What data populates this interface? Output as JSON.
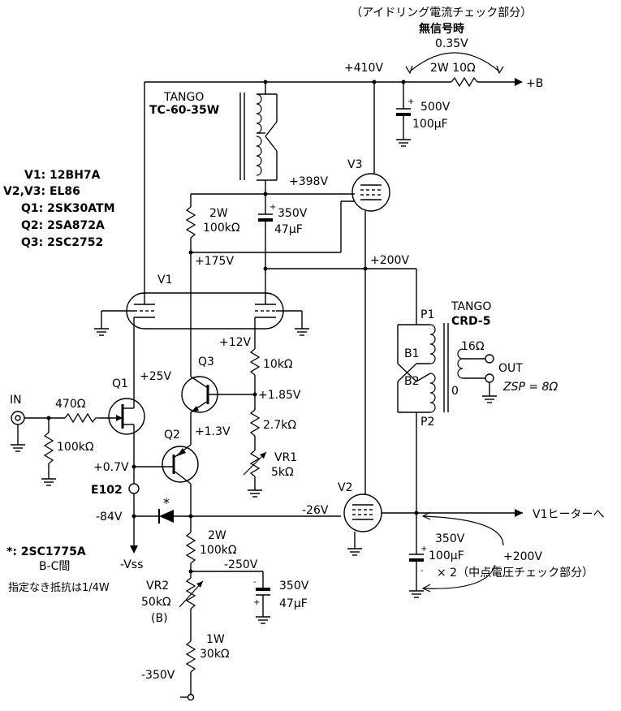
{
  "header": {
    "idle_caption": "（アイドリング電流チェック部分）",
    "no_signal": "無信号時",
    "idle_voltage": "0.35V"
  },
  "supply": {
    "b_plus_label": "+B",
    "v410": "+410V",
    "r_out": "2W 10Ω",
    "cap_top_a": "500V",
    "cap_top_b": "100μF",
    "v398": "+398V",
    "v200": "+200V",
    "v175": "+175V"
  },
  "transformers": {
    "power_brand": "TANGO",
    "power_model": "TC-60-35W",
    "output_brand": "TANGO",
    "output_model": "CRD-5",
    "p1": "P1",
    "p2": "P2",
    "b1": "B1",
    "b2": "B2",
    "tap16": "16Ω",
    "tap0": "0",
    "out_label": "OUT",
    "zsp": "ZSP = 8Ω"
  },
  "tube_list": {
    "v1": "V1: 12BH7A",
    "v23": "V2,V3: EL86",
    "q1": "Q1: 2SK30ATM",
    "q2": "Q2: 2SA872A",
    "q3": "Q3: 2SC2752"
  },
  "labels": {
    "v1": "V1",
    "v2": "V2",
    "v3": "V3",
    "q1": "Q1",
    "q2": "Q2",
    "q3": "Q3",
    "in": "IN",
    "r470": "470Ω",
    "r100k_in": "100kΩ",
    "v25": "+25V",
    "v07": "+0.7V",
    "v13": "+1.3V",
    "v12": "+12V",
    "r10k": "10kΩ",
    "v185": "+1.85V",
    "r27k": "2.7kΩ",
    "vr1": "VR1",
    "vr1_val": "5kΩ",
    "e102": "E102",
    "v_84": "-84V",
    "v_26": "-26V",
    "v_250": "-250V",
    "v_350": "-350V",
    "vss": "-Vss",
    "heater": "V1ヒーターへ",
    "r100k_2w_top_a": "2W",
    "r100k_2w_top_b": "100kΩ",
    "cap398_a": "350V",
    "cap398_b": "47μF",
    "r100k_2w_bot_a": "2W",
    "r100k_2w_bot_b": "100kΩ",
    "cap250_a": "350V",
    "cap250_b": "47μF",
    "vr2": "VR2",
    "vr2_val": "50kΩ",
    "vr2_b": "(B)",
    "r30k_a": "1W",
    "r30k_b": "30kΩ",
    "cap_mid_a": "350V",
    "cap_mid_b": "100μF",
    "cap_mid_c": "× 2（中点電圧チェック部分）",
    "mid_v200": "+200V"
  },
  "notes": {
    "diode_note": "*: 2SC1775A",
    "diode_note2": "B-C間",
    "resistor_note": "指定なき抵抗は1/4W"
  }
}
